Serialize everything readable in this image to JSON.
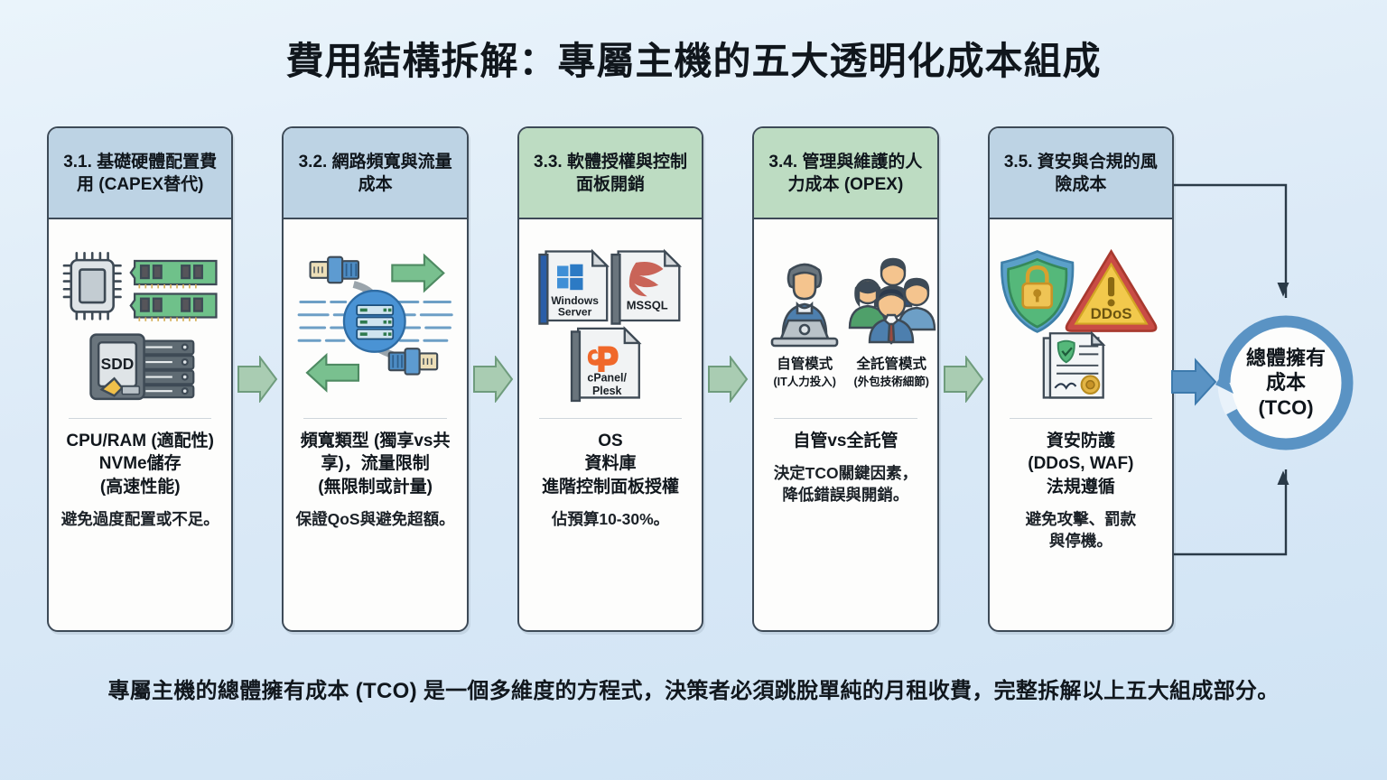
{
  "title": "費用結構拆解：專屬主機的五大透明化成本組成",
  "footer": "專屬主機的總體擁有成本 (TCO) 是一個多維度的方程式，決策者必須跳脫單純的月租收費，完整拆解以上五大組成部分。",
  "colors": {
    "background": "#e3f0fa",
    "header_blue": "#bdd3e4",
    "header_green": "#bddcc2",
    "card_border": "#3d4a57",
    "chevron_green": "#a9ccb2",
    "tco_ring": "#5a93c4",
    "text": "#10161c"
  },
  "cards": [
    {
      "id": "3.1",
      "header": "3.1. 基礎硬體配置費用 (CAPEX替代)",
      "header_style": "blue",
      "icons": [
        "cpu-chip-icon",
        "ram-module-icon",
        "ssd-drive-icon",
        "server-rack-icon"
      ],
      "ssd_label": "SDD",
      "keywords": "CPU/RAM (適配性)\nNVMe儲存\n(高速性能)",
      "note": "避免過度配置或不足。"
    },
    {
      "id": "3.2",
      "header": "3.2. 網路頻寬與流量成本",
      "header_style": "blue",
      "icons": [
        "ethernet-cable-icon",
        "network-server-icon",
        "data-flow-arrow-icon"
      ],
      "keywords": "頻寬類型 (獨享vs共享)，流量限制\n(無限制或計量)",
      "note": "保證QoS與避免超額。"
    },
    {
      "id": "3.3",
      "header": "3.3. 軟體授權與控制面板開銷",
      "header_style": "green",
      "icons": [
        "windows-server-icon",
        "mssql-icon",
        "cpanel-plesk-icon"
      ],
      "icon_labels": [
        "Windows Server",
        "MSSQL",
        "cPanel/ Plesk"
      ],
      "keywords": "OS\n資料庫\n進階控制面板授權",
      "note": "佔預算10-30%。"
    },
    {
      "id": "3.4",
      "header": "3.4. 管理與維護的人力成本 (OPEX)",
      "header_style": "green",
      "icons": [
        "person-at-laptop-icon",
        "team-group-icon"
      ],
      "columns": [
        {
          "caption": "自管模式",
          "sub": "(IT人力投入)"
        },
        {
          "caption": "全託管模式",
          "sub": "(外包技術細節)"
        }
      ],
      "keywords": "自管vs全託管",
      "note": "決定TCO關鍵因素，降低錯誤與開銷。"
    },
    {
      "id": "3.5",
      "header": "3.5. 資安與合規的風險成本",
      "header_style": "blue",
      "icons": [
        "shield-lock-icon",
        "ddos-warning-icon",
        "compliance-document-icon"
      ],
      "ddos_label": "DDoS",
      "keywords": "資安防護\n(DDoS, WAF)\n法規遵循",
      "note": "避免攻擊、罰款與停機。"
    }
  ],
  "tco": {
    "line1": "總體擁有",
    "line2": "成本",
    "line3": "(TCO)"
  }
}
